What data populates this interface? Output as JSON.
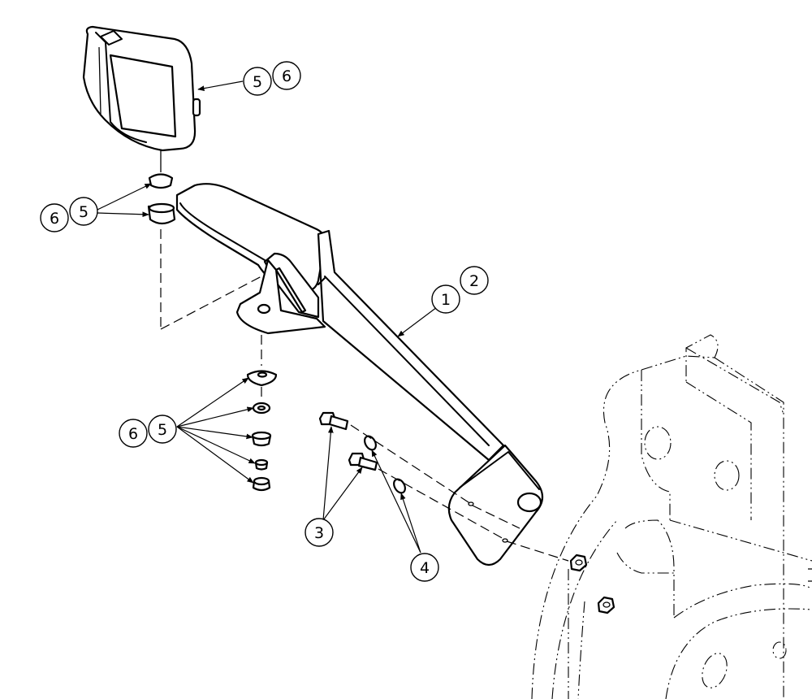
{
  "callouts": {
    "lamp_5": "5",
    "lamp_6": "6",
    "top_nut_6": "6",
    "top_nut_5": "5",
    "bracket_1": "1",
    "bracket_2": "2",
    "hw_stack_6": "6",
    "hw_stack_5": "5",
    "bolts_3": "3",
    "washers_4": "4"
  }
}
